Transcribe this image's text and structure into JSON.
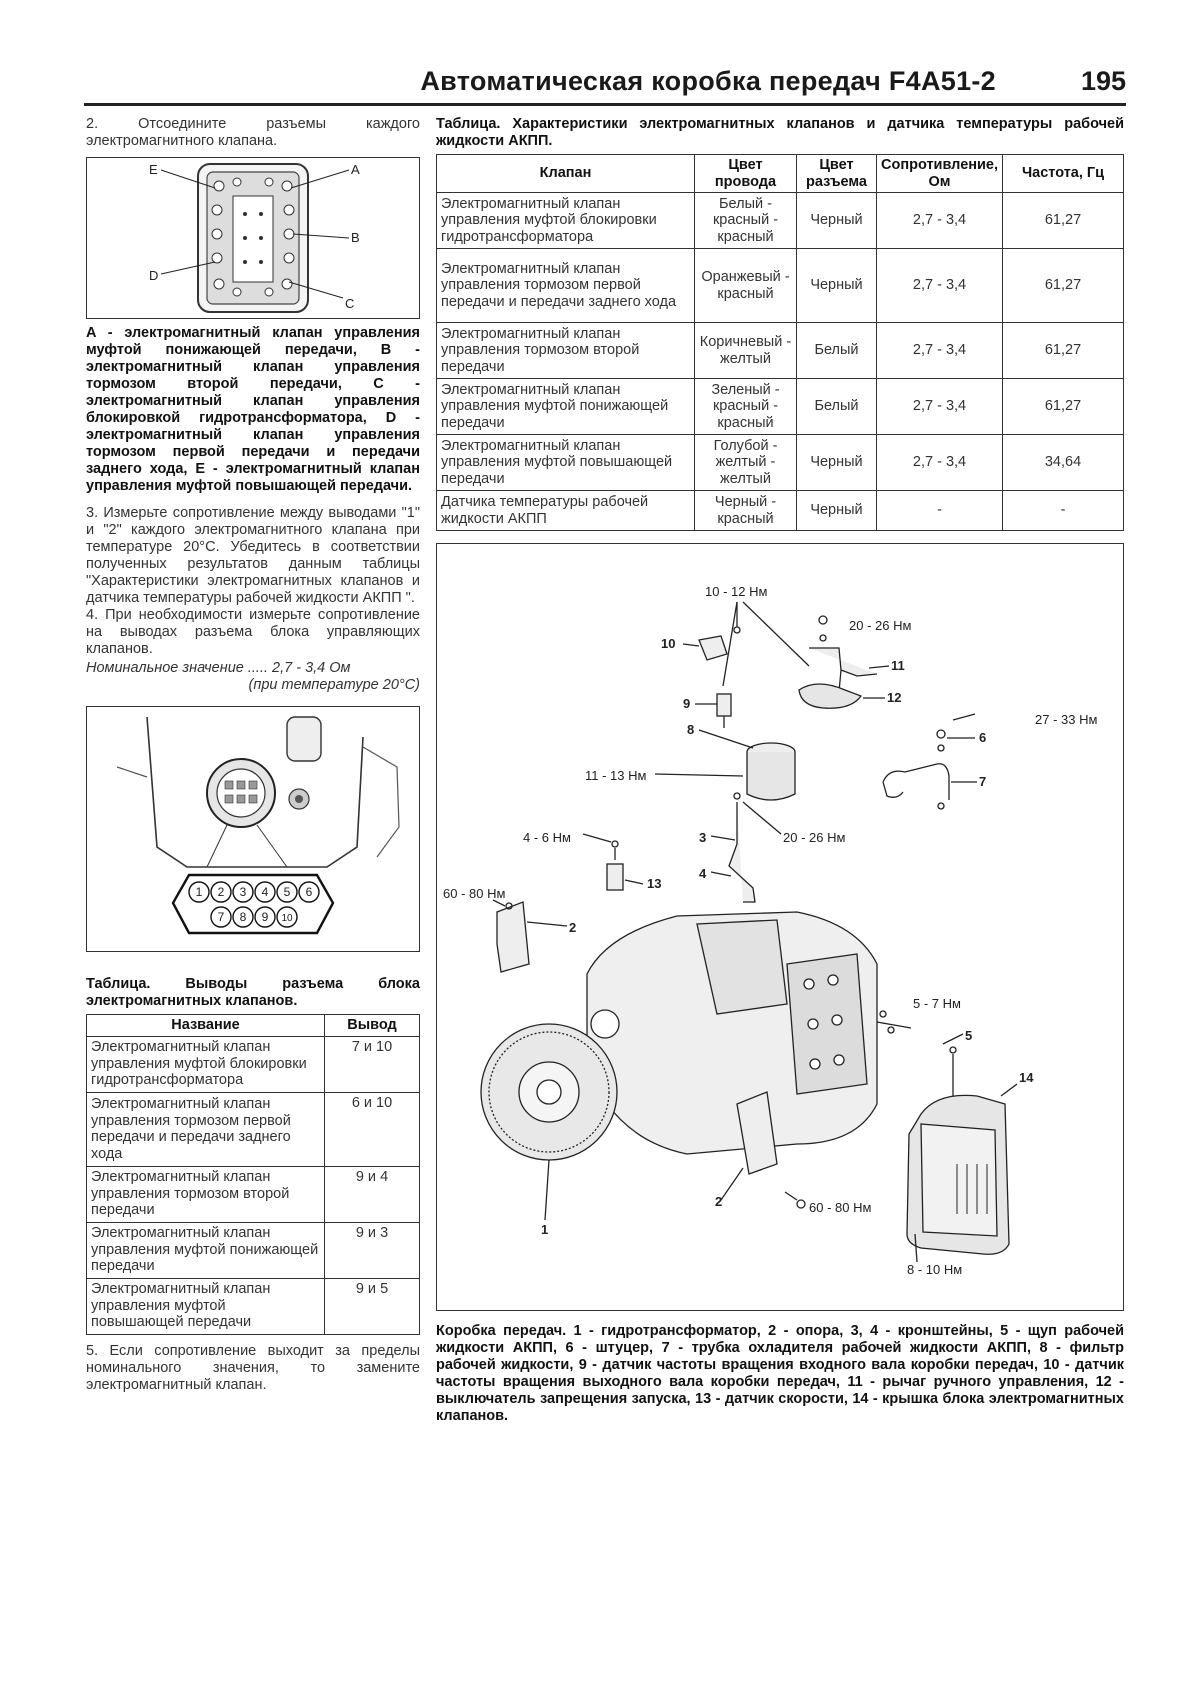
{
  "header": {
    "title": "Автоматическая коробка передач F4A51-2",
    "page": "195"
  },
  "left": {
    "step2": "2. Отсоедините разъемы каждого электромагнитного клапана.",
    "fig1": {
      "labels": [
        "E",
        "A",
        "B",
        "D",
        "C"
      ]
    },
    "fig1_caption": "A - электромагнитный клапан управления муфтой понижающей передачи, B - электромагнитный клапан управления тормозом второй передачи, C - электромагнитный клапан управления блокировкой гидротрансформатора, D - электромагнитный клапан управления тормозом первой передачи и передачи заднего хода, E - электромагнитный клапан управления муфтой повышающей передачи.",
    "step3": "3. Измерьте сопротивление между выводами \"1\" и \"2\" каждого электромагнитного клапана при температуре 20°С. Убедитесь в соответствии полученных результатов данным таблицы \"Характеристики электромагнитных клапанов и датчика температуры рабочей жидкости АКПП \".",
    "step4": "4. При необходимости измерьте сопротивление на выводах разъема блока управляющих клапанов.",
    "nominal": "Номинальное значение ..... 2,7 - 3,4 Ом",
    "nominal_note": "(при температуре 20°С)",
    "connector_pins": [
      "1",
      "2",
      "3",
      "4",
      "5",
      "6",
      "7",
      "8",
      "9",
      "10"
    ],
    "table2_title": "Таблица. Выводы разъема блока электромагнитных клапанов.",
    "table2": {
      "headers": [
        "Название",
        "Вывод"
      ],
      "rows": [
        [
          "Электромагнитный клапан управления муфтой блокировки гидротрансформатора",
          "7 и 10"
        ],
        [
          "Электромагнитный клапан управления тормозом первой передачи и передачи заднего хода",
          "6 и 10"
        ],
        [
          "Электромагнитный клапан управления тормозом второй передачи",
          "9 и 4"
        ],
        [
          "Электромагнитный клапан управления муфтой понижающей передачи",
          "9 и 3"
        ],
        [
          "Электромагнитный клапан управления муфтой повышающей передачи",
          "9 и 5"
        ]
      ]
    },
    "step5": "5. Если сопротивление выходит за пределы номинального значения, то замените электромагнитный клапан."
  },
  "right": {
    "table1_title": "Таблица. Характеристики электромагнитных клапанов и датчика температуры рабочей жидкости АКПП.",
    "table1": {
      "headers": [
        "Клапан",
        "Цвет провода",
        "Цвет разъема",
        "Сопротивление, Ом",
        "Частота, Гц"
      ],
      "rows": [
        [
          "Электромагнитный клапан управления муфтой блокировки гидротрансформатора",
          "Белый - красный - красный",
          "Черный",
          "2,7 - 3,4",
          "61,27"
        ],
        [
          "Электромагнитный клапан управления тормозом первой передачи и передачи заднего хода",
          "Оранжевый - красный",
          "Черный",
          "2,7 - 3,4",
          "61,27"
        ],
        [
          "Электромагнитный клапан управления тормозом второй передачи",
          "Коричневый - желтый",
          "Белый",
          "2,7 - 3,4",
          "61,27"
        ],
        [
          "Электромагнитный клапан управления муфтой понижающей передачи",
          "Зеленый - красный - красный",
          "Белый",
          "2,7 - 3,4",
          "61,27"
        ],
        [
          "Электромагнитный клапан управления муфтой повышающей передачи",
          "Голубой - желтый - желтый",
          "Черный",
          "2,7 - 3,4",
          "34,64"
        ],
        [
          "Датчика температуры рабочей жидкости АКПП",
          "Черный - красный",
          "Черный",
          "-",
          "-"
        ]
      ]
    },
    "fig3": {
      "torque": {
        "t1": "10 - 12 Нм",
        "t2": "20 - 26 Нм",
        "t3": "27 - 33 Нм",
        "t4": "11 - 13 Нм",
        "t5": "4 - 6 Нм",
        "t6": "20 - 26 Нм",
        "t7": "60 - 80 Нм",
        "t8": "5 - 7 Нм",
        "t9": "60 - 80 Нм",
        "t10": "8 - 10 Нм"
      },
      "parts": {
        "p1": "1",
        "p2a": "2",
        "p2b": "2",
        "p3": "3",
        "p4": "4",
        "p5": "5",
        "p6": "6",
        "p7": "7",
        "p8": "8",
        "p9": "9",
        "p10": "10",
        "p11": "11",
        "p12": "12",
        "p13": "13",
        "p14": "14"
      }
    },
    "fig3_caption": "Коробка передач. 1 - гидротрансформатор, 2 - опора, 3, 4 - кронштейны, 5 - щуп рабочей жидкости АКПП, 6 - штуцер, 7 - трубка охладителя рабочей жидкости АКПП, 8 - фильтр рабочей жидкости, 9 - датчик частоты вращения входного вала коробки передач, 10 - датчик частоты вращения выходного вала коробки передач, 11 - рычаг ручного управления, 12 - выключатель запрещения запуска, 13 - датчик скорости, 14 - крышка блока электромагнитных клапанов."
  }
}
